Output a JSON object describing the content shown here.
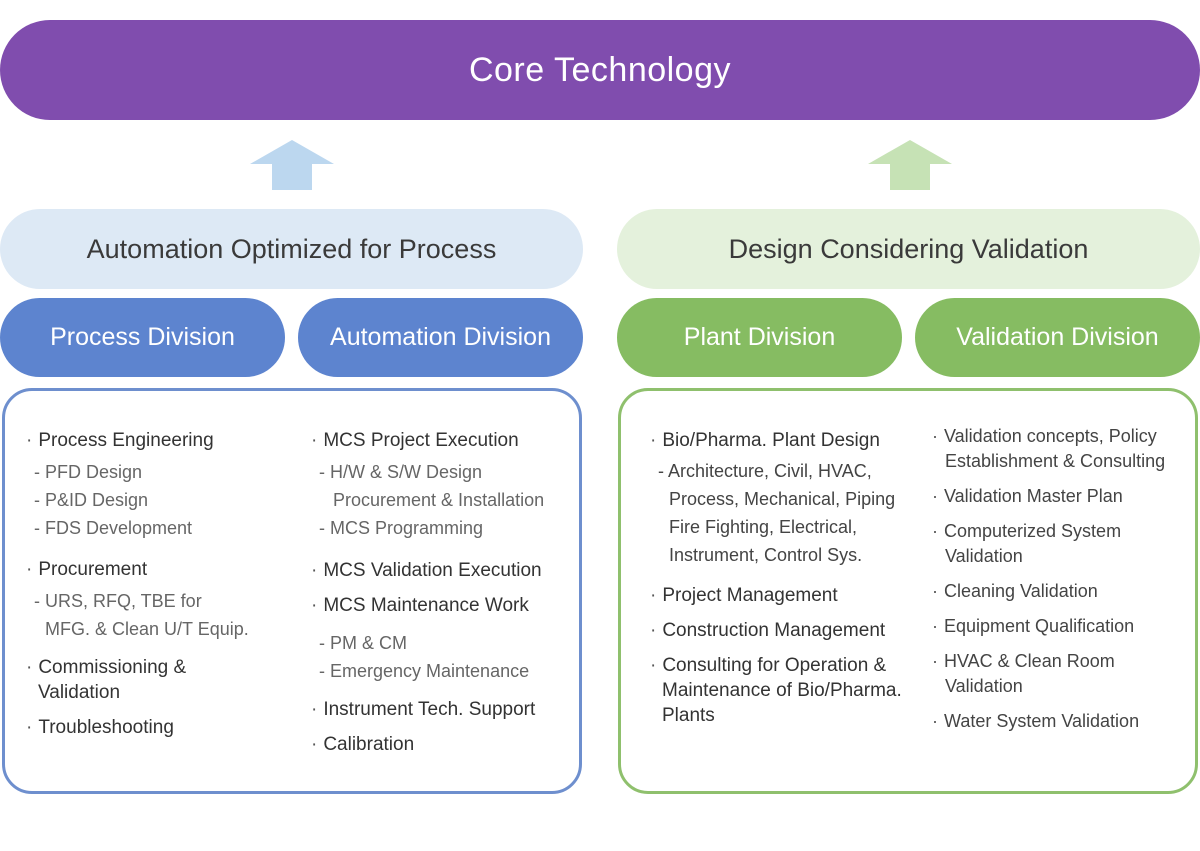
{
  "core": {
    "title": "Core Technology",
    "color": "#804dae"
  },
  "arrows": {
    "left_color": "#bcd7ef",
    "right_color": "#c6e2b5"
  },
  "left": {
    "band": "Automation Optimized for Process",
    "pill1": "Process Division",
    "pill2": "Automation Division",
    "col1": {
      "process_engineering": "Process Engineering",
      "pfd": "- PFD Design",
      "pid": "- P&ID Design",
      "fds": "- FDS Development",
      "procurement": "Procurement",
      "urs1": "- URS, RFQ, TBE for",
      "urs2": "MFG. & Clean U/T Equip.",
      "commissioning1": "Commissioning &",
      "commissioning2": "Validation",
      "troubleshooting": "Troubleshooting"
    },
    "col2": {
      "mcs_project": "MCS Project Execution",
      "hw1": "- H/W & S/W Design",
      "hw2": "Procurement & Installation",
      "mcs_prog": "- MCS Programming",
      "mcs_validation": "MCS Validation Execution",
      "mcs_maint": "MCS Maintenance Work",
      "pm": "- PM & CM",
      "emergency": "- Emergency Maintenance",
      "instrument": "Instrument Tech. Support",
      "calibration": "Calibration"
    }
  },
  "right": {
    "band": "Design Considering Validation",
    "pill1": "Plant Division",
    "pill2": "Validation Division",
    "col1": {
      "bio": "Bio/Pharma. Plant Design",
      "arch1": "- Architecture, Civil, HVAC,",
      "arch2": "Process, Mechanical, Piping",
      "arch3": "Fire Fighting, Electrical,",
      "arch4": "Instrument, Control Sys.",
      "pm": "Project Management",
      "cm": "Construction Management",
      "consult1": "Consulting for Operation &",
      "consult2": "Maintenance of Bio/Pharma.",
      "consult3": "Plants"
    },
    "col2": {
      "concepts1": "Validation concepts, Policy",
      "concepts2": "Establishment & Consulting",
      "vmp": "Validation Master Plan",
      "csv1": "Computerized System",
      "csv2": "Validation",
      "cleaning": "Cleaning Validation",
      "equipment": "Equipment Qualification",
      "hvac1": "HVAC & Clean Room",
      "hvac2": "Validation",
      "water": "Water System Validation"
    }
  },
  "bullet": "·"
}
